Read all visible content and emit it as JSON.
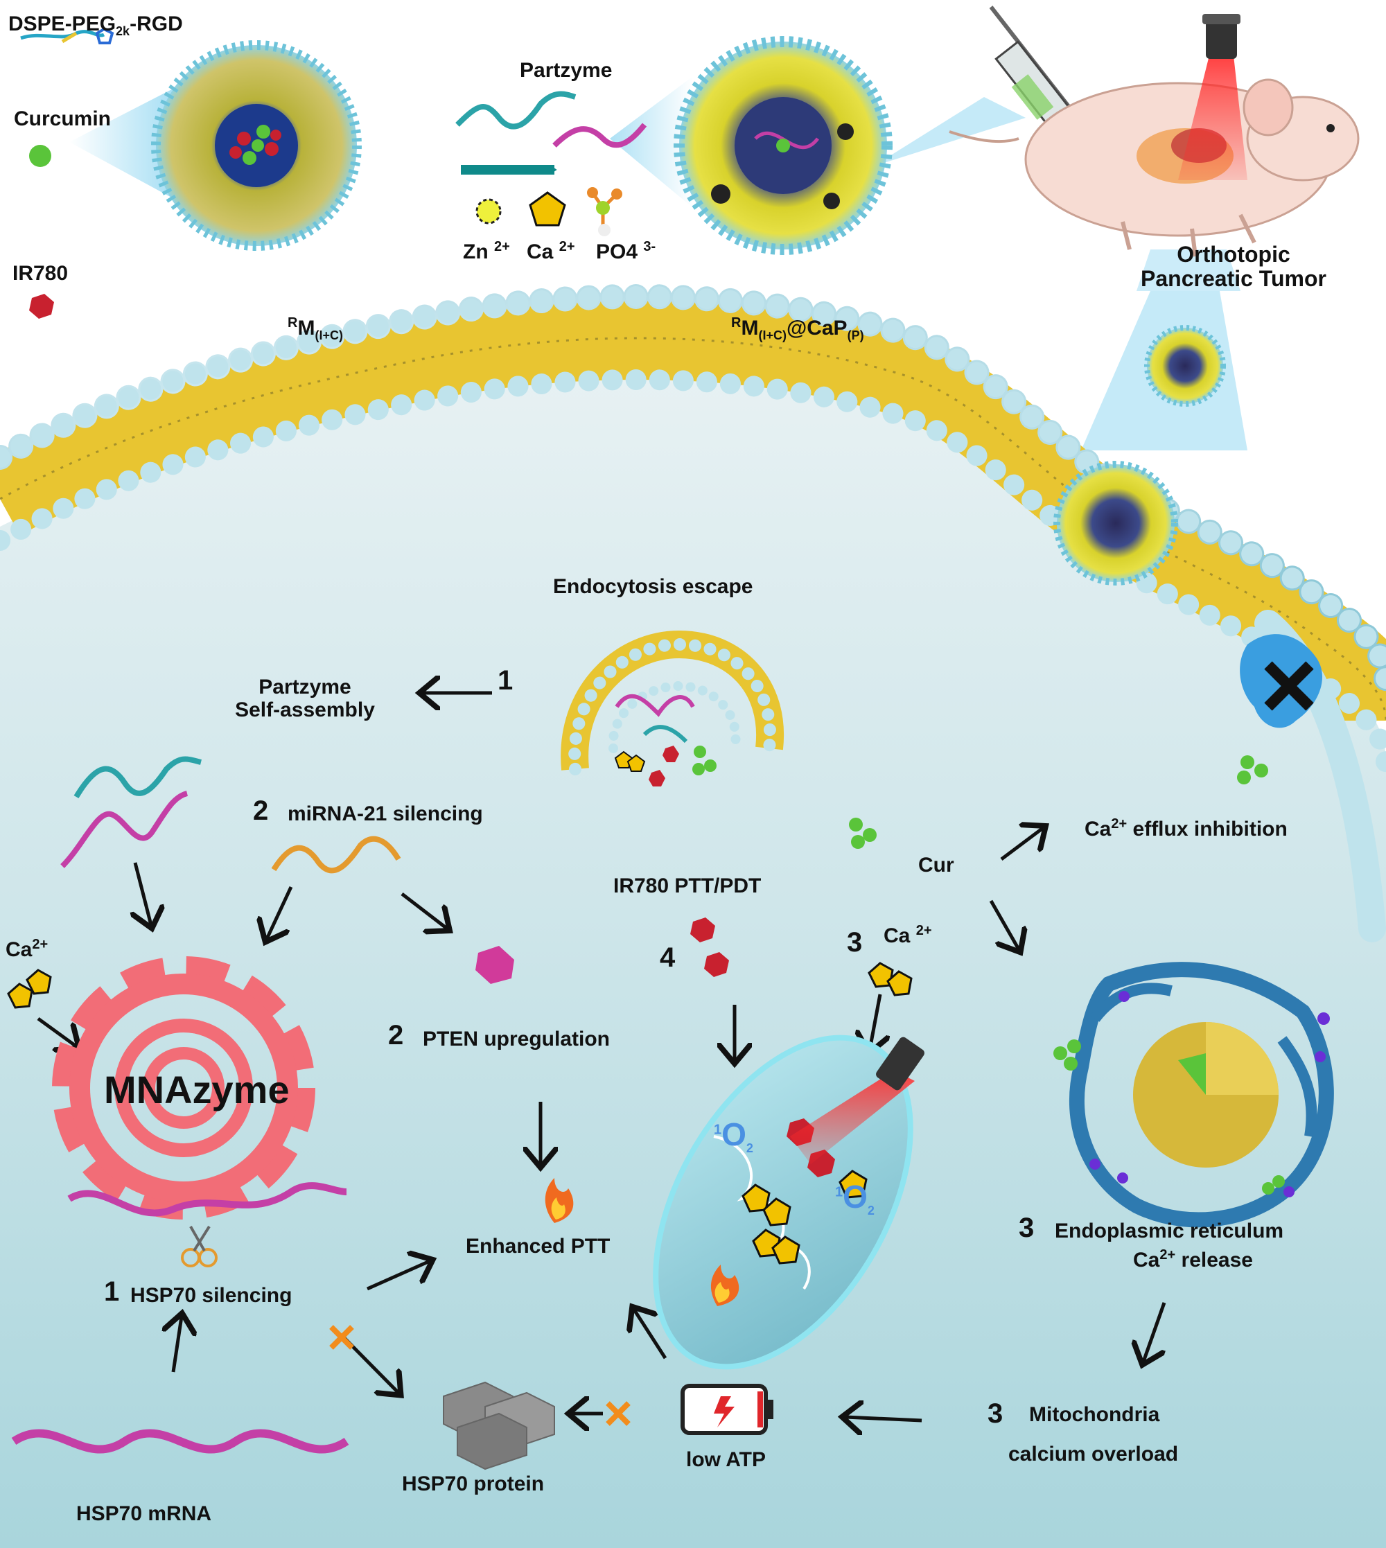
{
  "components": {
    "dspe": "DSPE-PEG",
    "dspe_sub": "2k",
    "dspe_tail": "-RGD",
    "curcumin": "Curcumin",
    "ir780": "IR780",
    "partzyme": "Partzyme",
    "zn": "Zn",
    "zn_charge": "2+",
    "ca": "Ca",
    "ca_charge": "2+",
    "po4": "PO4",
    "po4_charge": "3-"
  },
  "nanoparticles": {
    "np1_sup": "R",
    "np1_main": "M",
    "np1_sub": "(I+C)",
    "np2_sup": "R",
    "np2_main": "M",
    "np2_sub": "(I+C)",
    "np2_tail": "@CaP",
    "np2_tail_sub": "(P)"
  },
  "tumor": {
    "line1": "Orthotopic",
    "line2": "Pancreatic Tumor"
  },
  "cell": {
    "endocytosis": "Endocytosis escape",
    "step1_num": "1",
    "step1_line1": "Partzyme",
    "step1_line2": "Self-assembly",
    "step2_num": "2",
    "step2_label": "miRNA-21 silencing",
    "step2b_num": "2",
    "step2b_label": "PTEN upregulation",
    "ca_label": "Ca",
    "ca_charge": "2+",
    "mnazyme": "MNAzyme",
    "hsp70_silencing_num": "1",
    "hsp70_silencing": "HSP70 silencing",
    "hsp70_mrna": "HSP70 mRNA",
    "hsp70_protein": "HSP70 protein",
    "enhanced_ptt": "Enhanced PTT",
    "ir780_num": "4",
    "ir780_label": "IR780 PTT/PDT",
    "step3_num": "3",
    "step3_ca": "Ca",
    "step3_ca_charge": "2+",
    "singlet_o2_a": "O",
    "singlet_o2_b": "O",
    "singlet_sup": "1",
    "singlet_sub": "2",
    "low_atp": "low ATP",
    "cur": "Cur",
    "ca_efflux": "efflux inhibition",
    "ca_efflux_ca": "Ca",
    "ca_efflux_charge": "2+",
    "er_num": "3",
    "er_line1": "Endoplasmic reticulum",
    "er_ca": "Ca",
    "er_ca_charge": "2+",
    "er_line2": "release",
    "mito_num": "3",
    "mito_line1": "Mitochondria",
    "mito_line2": "calcium overload"
  },
  "colors": {
    "bilayer_head": "#a9dbe8",
    "bilayer_tail": "#e8c531",
    "cytoplasm": "#cfe8ec",
    "dna_teal": "#2ba3a8",
    "rna_magenta": "#c43fa6",
    "rna_orange": "#e49a2e",
    "ir780": "#c8212f",
    "curcumin": "#5ac43a",
    "calcium": "#f2c200",
    "mnazyme": "#f26d77",
    "o2": "#4a90e2"
  }
}
